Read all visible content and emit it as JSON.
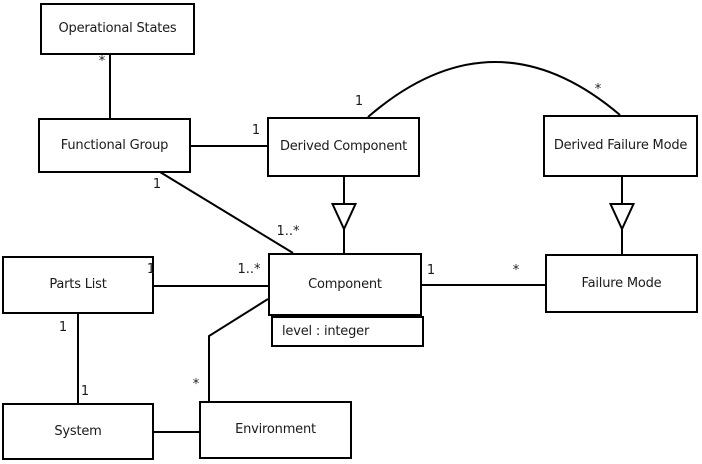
{
  "diagram": {
    "type": "uml-class-diagram",
    "background_color": "#ffffff",
    "line_color": "#000000",
    "text_color": "#1a1a1a",
    "classes": {
      "operational_states": {
        "label": "Operational States"
      },
      "functional_group": {
        "label": "Functional Group"
      },
      "derived_component": {
        "label": "Derived Component"
      },
      "derived_failure_mode": {
        "label": "Derived Failure Mode"
      },
      "parts_list": {
        "label": "Parts List"
      },
      "component": {
        "label": "Component",
        "attribute": "level : integer"
      },
      "failure_mode": {
        "label": "Failure Mode"
      },
      "system": {
        "label": "System"
      },
      "environment": {
        "label": "Environment"
      }
    },
    "multiplicities": {
      "os_fg_star": "*",
      "fg_dc_one": "1",
      "fg_comp_one": "1",
      "fg_comp_many": "1..*",
      "dc_dfm_one": "1",
      "dc_dfm_star": "*",
      "pl_comp_one": "1",
      "pl_comp_many": "1..*",
      "comp_fm_one": "1",
      "comp_fm_star": "*",
      "pl_sys_one": "1",
      "sys_pl_one": "1",
      "comp_env_star": "*"
    },
    "relationships": [
      {
        "from": "Operational States",
        "to": "Functional Group",
        "type": "association",
        "from_multiplicity": "*",
        "to_multiplicity": ""
      },
      {
        "from": "Functional Group",
        "to": "Derived Component",
        "type": "association",
        "from_multiplicity": "",
        "to_multiplicity": "1"
      },
      {
        "from": "Functional Group",
        "to": "Component",
        "type": "association",
        "from_multiplicity": "1",
        "to_multiplicity": "1..*"
      },
      {
        "from": "Derived Component",
        "to": "Component",
        "type": "generalization",
        "from_multiplicity": "",
        "to_multiplicity": ""
      },
      {
        "from": "Derived Component",
        "to": "Derived Failure Mode",
        "type": "association",
        "from_multiplicity": "1",
        "to_multiplicity": "*"
      },
      {
        "from": "Derived Failure Mode",
        "to": "Failure Mode",
        "type": "generalization",
        "from_multiplicity": "",
        "to_multiplicity": ""
      },
      {
        "from": "Parts List",
        "to": "Component",
        "type": "association",
        "from_multiplicity": "1",
        "to_multiplicity": "1..*"
      },
      {
        "from": "Component",
        "to": "Failure Mode",
        "type": "association",
        "from_multiplicity": "1",
        "to_multiplicity": "*"
      },
      {
        "from": "Parts List",
        "to": "System",
        "type": "association",
        "from_multiplicity": "1",
        "to_multiplicity": "1"
      },
      {
        "from": "Component",
        "to": "Environment",
        "type": "association",
        "from_multiplicity": "",
        "to_multiplicity": "*"
      },
      {
        "from": "System",
        "to": "Environment",
        "type": "association",
        "from_multiplicity": "",
        "to_multiplicity": ""
      }
    ]
  }
}
